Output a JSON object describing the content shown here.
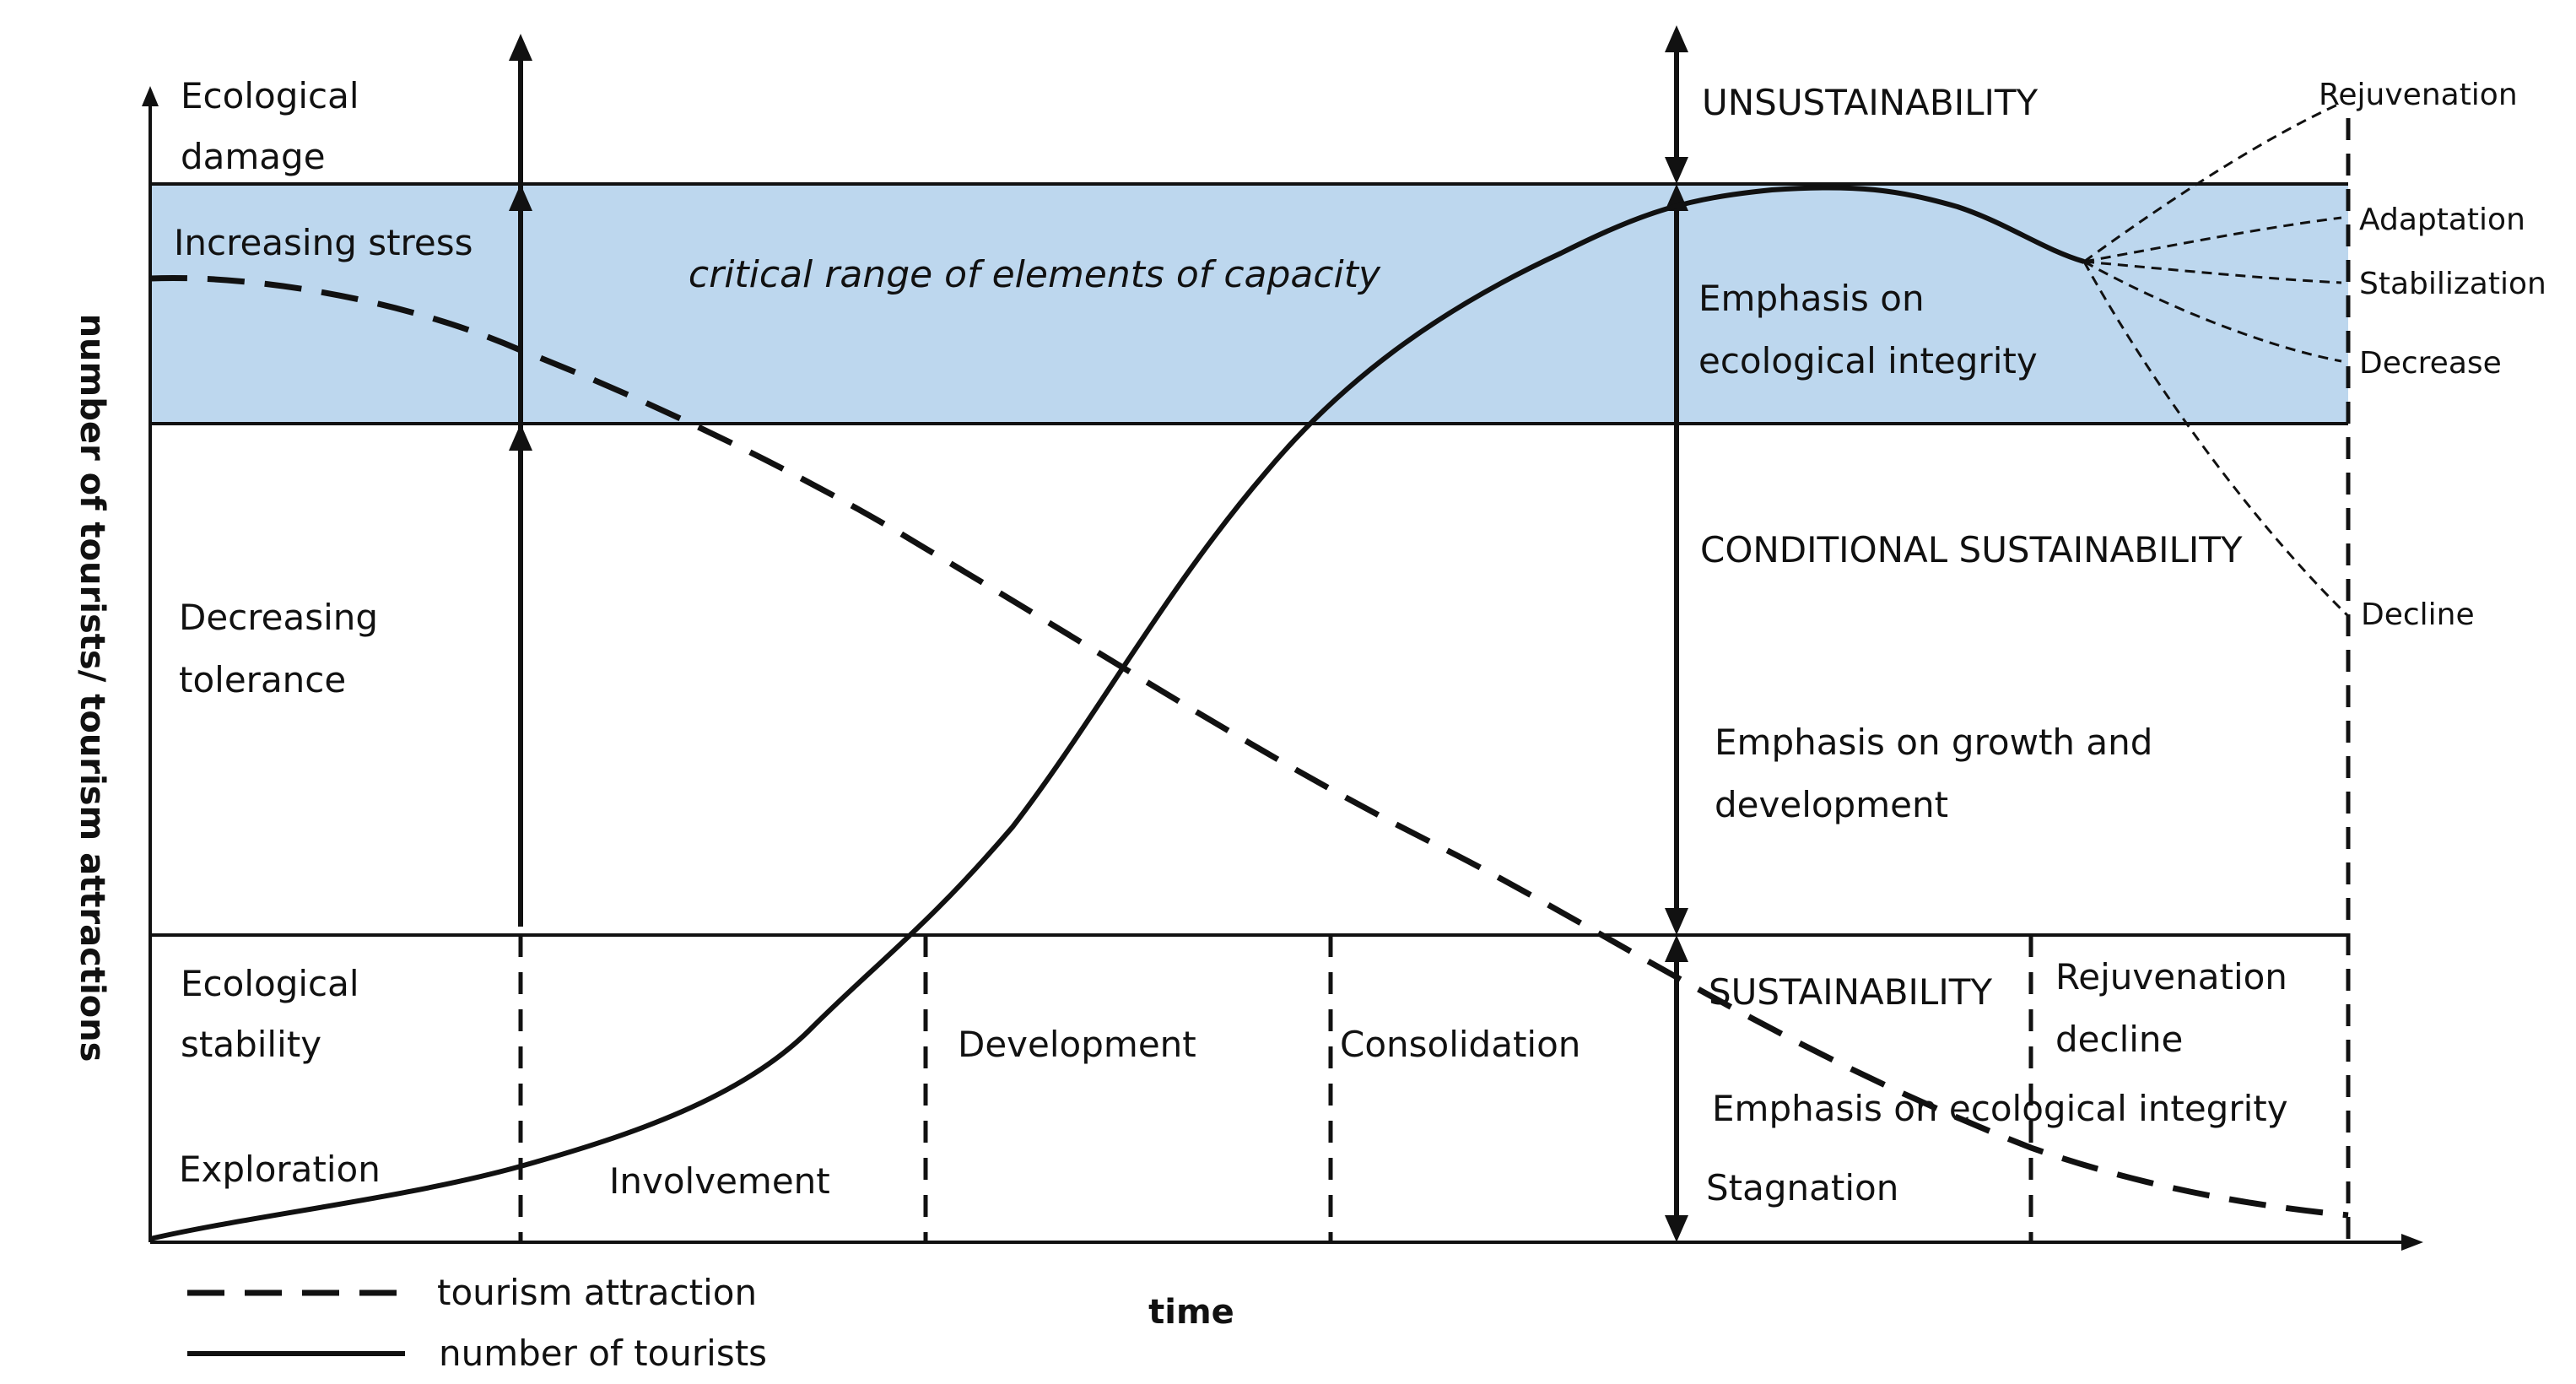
{
  "colors": {
    "band": "#bdd7ee",
    "ink": "#111111"
  },
  "axes": {
    "y_label": "number of tourists/ tourism attractions",
    "x_label": "time"
  },
  "zones": {
    "ecological_damage": [
      "Ecological",
      "damage"
    ],
    "increasing_stress": "Increasing stress",
    "decreasing_tolerance": [
      "Decreasing",
      "tolerance"
    ],
    "ecological_stability": [
      "Ecological",
      "stability"
    ]
  },
  "band_label": "critical range of elements of capacity",
  "stages": {
    "exploration": "Exploration",
    "involvement": "Involvement",
    "development": "Development",
    "consolidation": "Consolidation",
    "stagnation": "Stagnation",
    "rejuvenation_decline": [
      "Rejuvenation",
      "decline"
    ]
  },
  "sustainability": {
    "unsustainability": "UNSUSTAINABILITY",
    "emphasis_top": [
      "Emphasis on",
      "ecological integrity"
    ],
    "conditional": "CONDITIONAL SUSTAINABILITY",
    "emphasis_growth": [
      "Emphasis on growth and",
      "development"
    ],
    "sustainability": "SUSTAINABILITY",
    "emphasis_bottom": "Emphasis on ecological integrity"
  },
  "outcomes": [
    "Rejuvenation",
    "Adaptation",
    "Stabilization",
    "Decrease",
    "Decline"
  ],
  "legend": {
    "dashed": "tourism attraction",
    "solid": "number of tourists"
  }
}
